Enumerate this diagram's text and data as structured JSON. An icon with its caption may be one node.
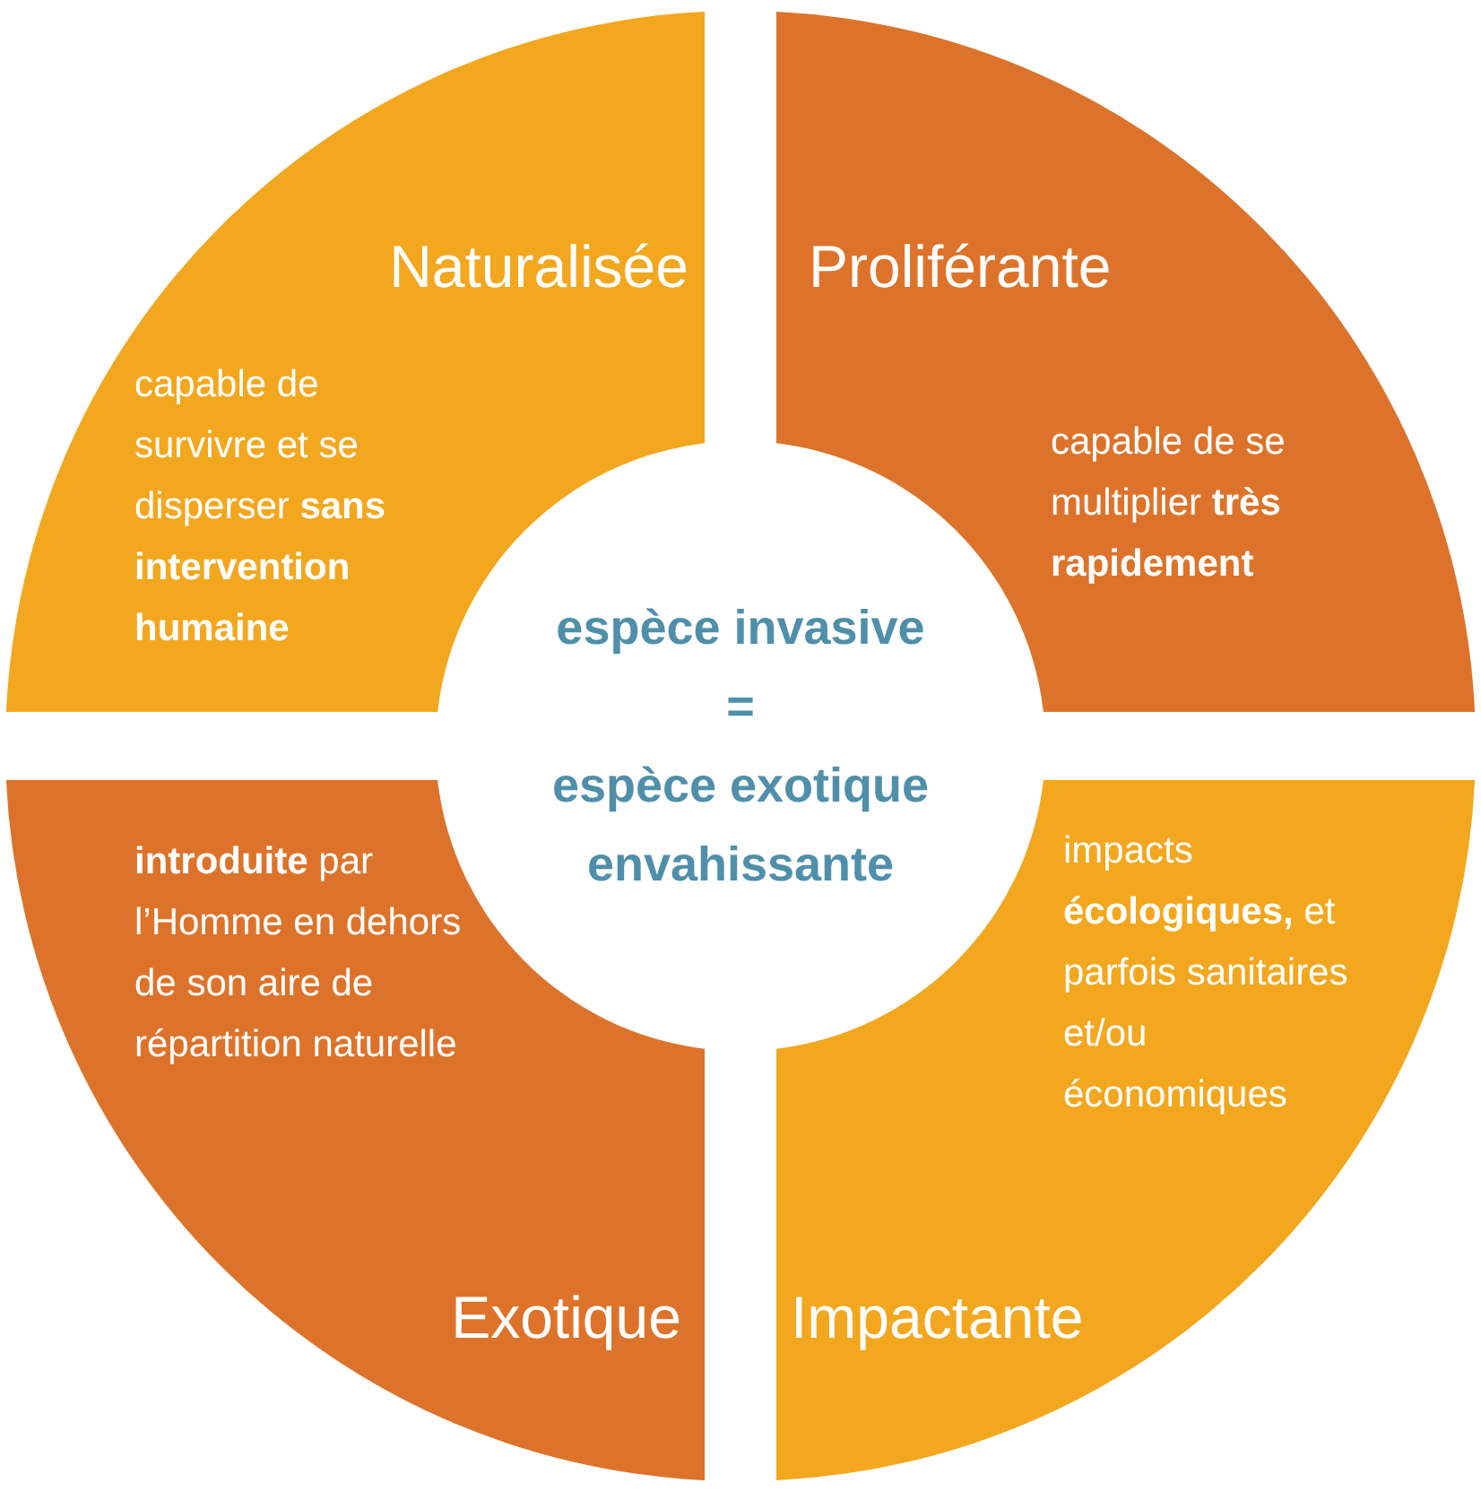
{
  "diagram": {
    "nodes": [
      {
        "text": [
          "Naturalisée",
          "capable de survivre et se disperser **sans intervention humaine**"
        ]
      },
      {
        "text": [
          "Proliférante",
          "capable de se multiplier **très rapidement**"
        ]
      },
      {
        "text": [
          "**introduite** par l’Homme en dehors de son aire de répartition naturelle",
          "Exotique"
        ]
      },
      {
        "text": [
          "impacts **écologiques,** et parfois sanitaires et/ou économiques",
          "Impactante"
        ]
      },
      {
        "text": [
          "espèce invasive",
          "=",
          "espèce exotique envahissante"
        ]
      }
    ],
    "edges": []
  }
}
